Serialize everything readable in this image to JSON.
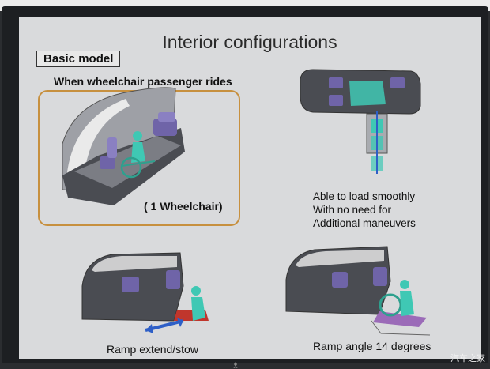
{
  "slide": {
    "title": "Interior configurations",
    "badge": "Basic model",
    "subhead": "When wheelchair passenger rides",
    "wheelchair_label": "( 1 Wheelchair)",
    "load_lines": [
      "Able to load smoothly",
      "With no need for",
      "Additional maneuvers"
    ],
    "ramp_extend_caption": "Ramp extend/stow",
    "ramp_angle_caption": "Ramp angle 14 degrees"
  },
  "watermark": "汽车之家",
  "colors": {
    "screen_bg": "#d9dadc",
    "frame_accent": "#c7903f",
    "wheelchair_figure": "#3fc8b4",
    "seat_purple": "#6f64a8",
    "arrow_blue": "#2e5fc7",
    "ramp_red": "#c0362c"
  }
}
